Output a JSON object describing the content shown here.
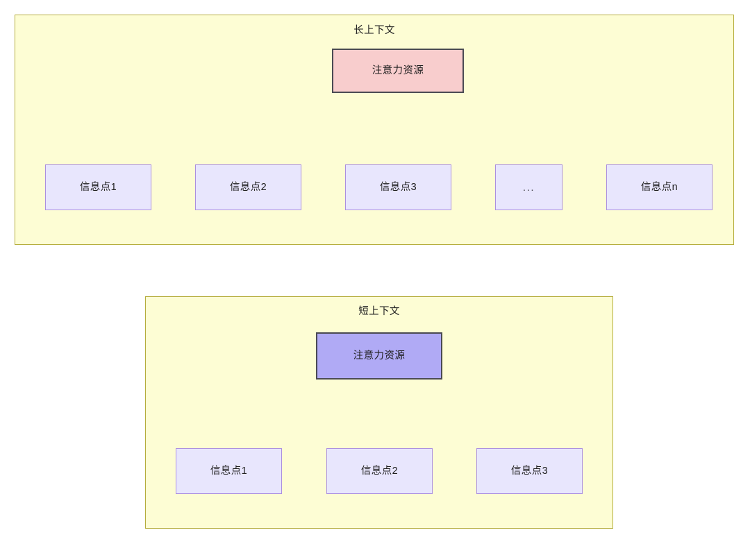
{
  "diagram": {
    "title_visible": false,
    "colors": {
      "panel_fill": "#fdfdd4",
      "panel_border": "#b5ad3c",
      "root_long_fill": "#f8cdcd",
      "root_short_fill": "#b0aaf5",
      "root_border": "#4a4a52",
      "info_fill": "#e8e6fd",
      "info_border": "#ab8fe0",
      "edge_stroke": "#333333",
      "text": "#1f1f1f",
      "background": "#ffffff"
    },
    "panels": [
      {
        "id": "long-context",
        "label": "长上下文",
        "root": {
          "label": "注意力资源",
          "style": "pink"
        },
        "children": [
          {
            "label": "信息点1"
          },
          {
            "label": "信息点2"
          },
          {
            "label": "信息点3"
          },
          {
            "label": "..."
          },
          {
            "label": "信息点n"
          }
        ]
      },
      {
        "id": "short-context",
        "label": "短上下文",
        "root": {
          "label": "注意力资源",
          "style": "blue"
        },
        "children": [
          {
            "label": "信息点1"
          },
          {
            "label": "信息点2"
          },
          {
            "label": "信息点3"
          }
        ]
      }
    ]
  }
}
